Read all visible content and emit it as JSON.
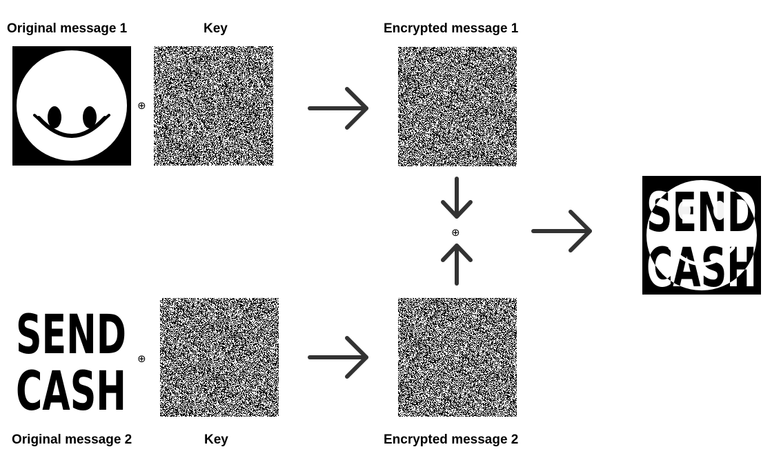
{
  "labels": {
    "original_1": "Original message 1",
    "key_1": "Key",
    "encrypted_1": "Encrypted message 1",
    "original_2": "Original message 2",
    "key_2": "Key",
    "encrypted_2": "Encrypted message 2"
  },
  "symbols": {
    "xor": "⊕"
  },
  "message_2_text": {
    "line_1": "SEND",
    "line_2": "CASH"
  },
  "result_text": {
    "line_1": "SEND",
    "line_2": "CASH"
  },
  "colors": {
    "ink": "#000000",
    "paper": "#ffffff"
  }
}
